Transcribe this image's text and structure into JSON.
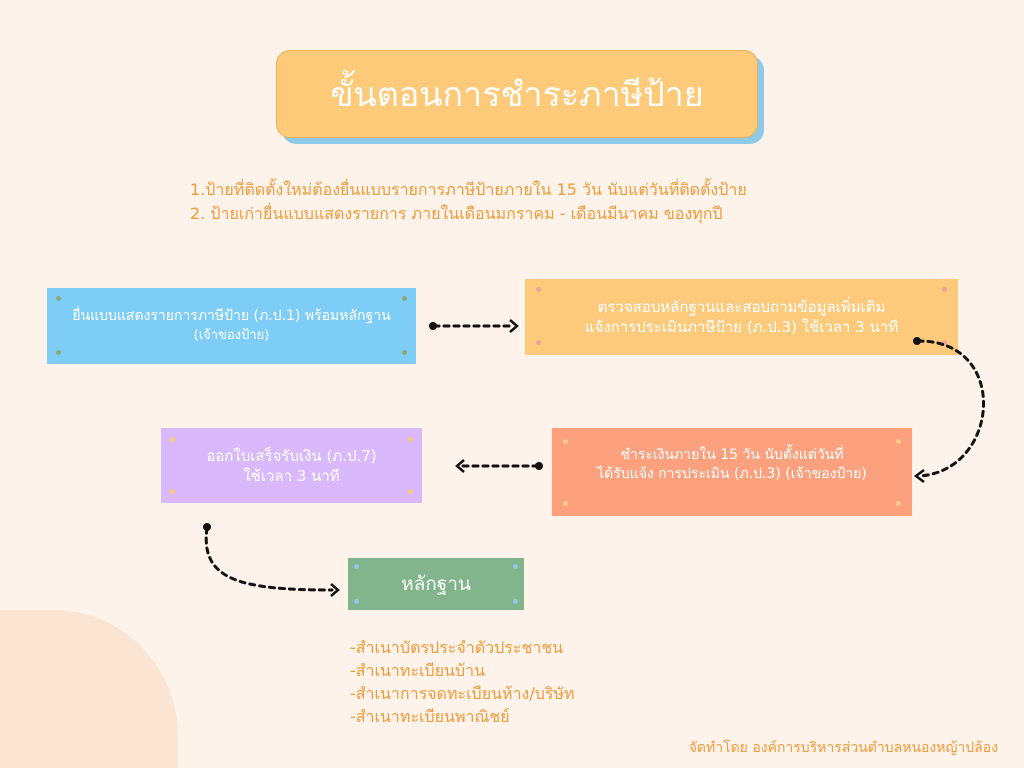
{
  "title": "ขั้นตอนการชำระภาษีป้าย",
  "notes": [
    "1.ป้ายที่ติดตั้งใหม่ต้องยื่นแบบรายการภาษีป้ายภายใน 15 วัน นับแต่วันที่ติดตั้งป้าย",
    "2. ป้ายเก่ายื่นแบบแสดงรายการ ภายในเดือนมกราคม - เดือนมีนาคม ของทุกปี"
  ],
  "steps": [
    {
      "lines": [
        "ยื่นแบบแสดงรายการภาษีป้าย (ภ.ป.1) พร้อมหลักฐาน",
        "(เจ้าของป้าย)"
      ],
      "color": "#7ecdf6"
    },
    {
      "lines": [
        "ตรวจสอบหลักฐานและสอบถามข้อมูลเพิ่มเติม",
        "แจ้งการประเมินภาษีป้าย (ภ.ป.3) ใช้เวลา 3 นาที"
      ],
      "color": "#fdca7c"
    },
    {
      "lines": [
        "ชำระเงินภายใน 15 วัน นับตั้งแต่วันที่",
        "ได้รับแจ้ง การประเมิน (ภ.ป.3) (เจ้าของป้าย)"
      ],
      "color": "#fda07e"
    },
    {
      "lines": [
        "ออกใบเสร็จรับเงิน (ภ.ป.7)",
        "ใช้เวลา 3 นาที"
      ],
      "color": "#d9b9fb"
    }
  ],
  "evidence": {
    "label": "หลักฐาน",
    "color": "#82b58c"
  },
  "evidence_list": [
    "-สำเนาบัตรประจำตัวประชาชน",
    "-สำเนาทะเบียนบ้าน",
    "-สำเนาการจดทะเบียนห้าง/บริษัท",
    "-สำเนาทะเบียนพาณิชย์"
  ],
  "credit": "จัดทำโดย องค์การบริหารส่วนตำบลหนองหญ้าปล้อง"
}
